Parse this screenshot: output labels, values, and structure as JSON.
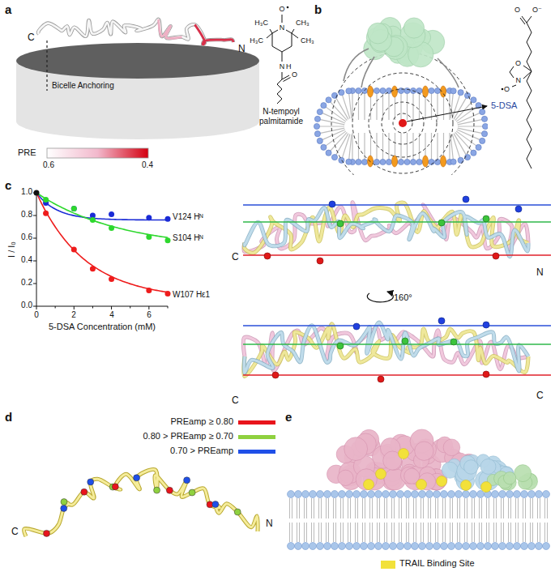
{
  "diagram": {
    "labels": [
      "a",
      "C",
      "N",
      "Bicelle Anchoring",
      "PRE",
      "0.6",
      "0.4",
      "N-tempoyl palmitamide",
      "O",
      "N",
      "H₃C",
      "CH₃",
      "H₃C",
      "CH₃",
      "N",
      "H",
      "O",
      "b",
      "5-DSA",
      "O⁻",
      "O",
      "O",
      "N",
      "O",
      "c",
      "1.0",
      "0.8",
      "0.6",
      "0.4",
      "0.2",
      "0.0",
      "0",
      "2",
      "4",
      "6",
      "I / I₀",
      "5-DSA Concentration (mM)",
      "V124 Hᴺ",
      "S104 Hᴺ",
      "W107 Hε1",
      "C",
      "N",
      "160°",
      "C",
      "C",
      "d",
      "C",
      "N",
      "e"
    ],
    "legend": [
      {
        "text": "PREamp ≥ 0.80",
        "color": "#e8141c"
      },
      {
        "text": "0.80 > PREamp ≥ 0.70",
        "color": "#8fd13f"
      },
      {
        "text": "0.70 > PREamp",
        "color": "#1f4fe8"
      },
      {
        "text": "TRAIL Binding Site",
        "color": "#f2e13a"
      }
    ]
  }
}
